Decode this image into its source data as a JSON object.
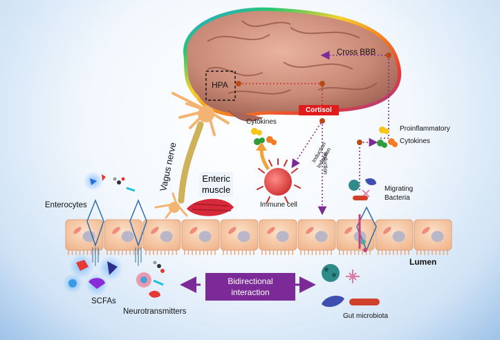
{
  "labels": {
    "cross_bbb": "Cross BBB",
    "hpa": "HPA",
    "cortisol": "Cortisol",
    "cytokines_left": "Cytokines",
    "proinflammatory": "Proinflammatory",
    "cytokines_right": "Cytokines",
    "induction_1": "Induction",
    "induction_2": "Induction",
    "induction_3": "Induction",
    "vagus_nerve": "Vagus nerve",
    "enteric_line1": "Enteric",
    "enteric_line2": "muscle",
    "immune_cell": "Immune cell",
    "migrating_line1": "Migrating",
    "migrating_line2": "Bacteria",
    "enterocytes": "Enterocytes",
    "lumen": "Lumen",
    "scfas": "SCFAs",
    "neurotransmitters": "Neurotransmitters",
    "bidirectional_line1": "Bidirectional",
    "bidirectional_line2": "interaction",
    "gut_microbiota": "Gut microbiota"
  },
  "colors": {
    "accent_purple": "#7b2a98",
    "cortisol_red": "#e01b1b",
    "arrow_orange": "#f2a23a",
    "node_brown": "#b84a12",
    "cell_fill": "#f7c8a4",
    "nerve_yellow": "#e9d48b"
  }
}
